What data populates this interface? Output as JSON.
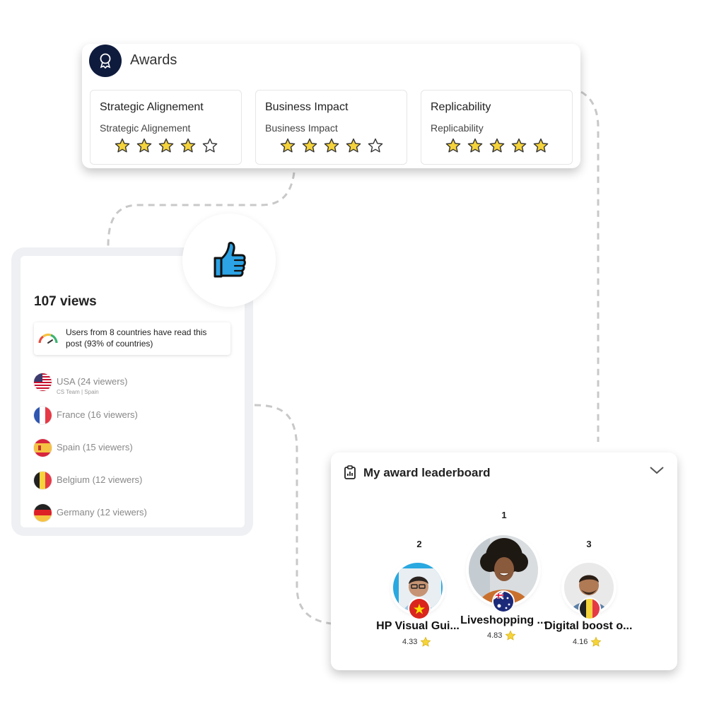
{
  "awards": {
    "title": "Awards",
    "items": [
      {
        "name": "Strategic Alignement",
        "subtitle": "Strategic Alignement",
        "rating": 4,
        "max": 5
      },
      {
        "name": "Business Impact",
        "subtitle": "Business Impact",
        "rating": 4,
        "max": 5
      },
      {
        "name": "Replicability",
        "subtitle": "Replicability",
        "rating": 5,
        "max": 5
      }
    ]
  },
  "views": {
    "title": "107 views",
    "reach_text": "Users from 8 countries have read this post (93% of countries)",
    "countries": [
      {
        "label": "USA (24 viewers)",
        "meta_team": "CS Team",
        "meta_place": "Spain",
        "flag": "usa-flag-icon"
      },
      {
        "label": "France (16 viewers)",
        "flag": "france-flag-icon"
      },
      {
        "label": "Spain (15 viewers)",
        "flag": "spain-flag-icon"
      },
      {
        "label": "Belgium (12 viewers)",
        "flag": "belgium-flag-icon"
      },
      {
        "label": "Germany (12 viewers)",
        "flag": "germany-flag-icon"
      }
    ]
  },
  "leaderboard": {
    "title": "My award leaderboard",
    "entries": [
      {
        "rank": "1",
        "name": "Liveshopping ...",
        "score": "4.83",
        "flag": "australia-flag-icon"
      },
      {
        "rank": "2",
        "name": "HP Visual Gui...",
        "score": "4.33",
        "flag": "vietnam-flag-icon"
      },
      {
        "rank": "3",
        "name": "Digital boost o...",
        "score": "4.16",
        "flag": "belgium-flag-icon"
      }
    ]
  },
  "colors": {
    "star_fill": "#f5d33b",
    "star_stroke": "#333333",
    "awards_icon_bg": "#0f1b3d",
    "thumb_blue": "#2ba3e6",
    "connector": "#c8c8c8"
  }
}
